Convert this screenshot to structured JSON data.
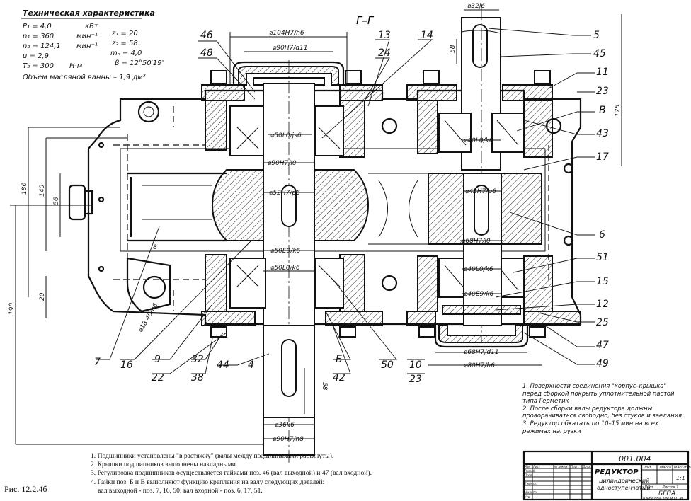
{
  "specs": {
    "title": "Техническая характеристика",
    "rows": [
      {
        "left": "P₁ = 4,0",
        "unit": "кВт",
        "right": ""
      },
      {
        "left": "n₁ = 360",
        "unit": "мин⁻¹",
        "right": "z₁ = 20"
      },
      {
        "left": "n₂ = 124,1",
        "unit": "мин⁻¹",
        "right": "z₂ = 58"
      },
      {
        "left": "u = 2,9",
        "unit": "",
        "right": "mₙ = 4,0"
      },
      {
        "left": "T₂ = 300",
        "unit": "Н·м",
        "right": "β = 12°50′19″"
      }
    ],
    "oil": "Объем масляной ванны – 1,9 дм³"
  },
  "section_label": "Г–Г",
  "callouts": [
    "46",
    "48",
    "13",
    "14",
    "24",
    "5",
    "45",
    "11",
    "23",
    "В",
    "43",
    "17",
    "6",
    "51",
    "15",
    "12",
    "25",
    "47",
    "49",
    "7",
    "16",
    "9",
    "22",
    "32",
    "38",
    "44",
    "4",
    "Б",
    "42",
    "50",
    "10",
    "23"
  ],
  "dimensions": {
    "d_32j6": "⌀32j6",
    "d_104": "⌀104H7/h6",
    "d_90_d11": "⌀90H7/d11",
    "d_50_js6": "⌀50L0/js6",
    "d_90_l0": "⌀90H7/l0",
    "d_52": "⌀52H7/p6",
    "d_50e9": "⌀50E9/k6",
    "d_50_k6": "⌀50L0/k6",
    "d_40_k6_top": "⌀40L0/k6",
    "d_42": "⌀42H7/p6",
    "d_68_l0": "⌀68H7/l0",
    "d_40_k6_bot": "⌀40L0/k6",
    "d_40e9": "⌀40E9/k6",
    "d_68_d11": "⌀68H7/d11",
    "d_80": "⌀80H7/h6",
    "d_36": "⌀36k6",
    "d_90_h8": "⌀90H7/h8",
    "d_18": "⌀18 40m6",
    "v_58_top": "58",
    "v_58_bot": "58",
    "v_175": "175",
    "v_180": "180",
    "v_140": "140",
    "v_56": "56",
    "v_20": "20",
    "v_190": "190",
    "v_8": "8"
  },
  "drawing_notes": [
    "1. Поверхности соединения \"корпус–крышка\" перед сборкой покрыть уплотнительной пастой типа Герметик",
    "2. После сборки валы редуктора должны проворачиваться свободно, без стуков и заедания",
    "3. Редуктор обкатать по 10–15 мин на всех режимах нагрузки"
  ],
  "notes": [
    "1. Подшипники установлены \"в растяжку\" (валы между подшипниками растянуты).",
    "2. Крышки подшипников выполнены накладными.",
    "3. Регулировка подшипников осуществляется гайками поз. 46 (вал выходной) и 47 (вал входной).",
    "4. Гайки поз. Б и В выполняют функцию крепления на валу следующих деталей:",
    "вал выходной - поз. 7, 16, 50;  вал входной - поз. 6, 17, 51."
  ],
  "title_block": {
    "number": "001.004",
    "name": "РЕДУКТОР",
    "subtitle_1": "цилиндрический",
    "subtitle_2": "одноступенчатый",
    "lit": "Лит.",
    "mass": "Масса",
    "scale_label": "Масштаб",
    "scale": "1:1",
    "sheet": "Лист",
    "sheets": "Листов 1",
    "org": "БГПА",
    "dept": "Кафедра ДМ и ПТМ",
    "rows": [
      "Изм",
      "Лист",
      "№ докум.",
      "Подп.",
      "Дата",
      "Разраб.",
      "Пров.",
      "Т.контр.",
      "Н.контр.",
      "Утв."
    ]
  },
  "caption": "Рис. 12.2.4б"
}
